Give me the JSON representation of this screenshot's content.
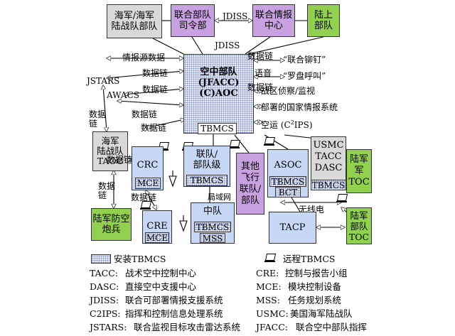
{
  "nodes": {
    "navy_marine_cmd": "海军/海军\n陆战队部队",
    "joint_cmd": "联合部队\n司令部",
    "joint_intel": "联合情报\n中心",
    "army": "陆上\n部队",
    "jfacc_line1": "空中部队",
    "jfacc_line2": "(JFACC)",
    "jfacc_line3": "(C)AOC",
    "tbmcs": "TBMCS",
    "marine_taoc": "海军\n陆战队\nTAOC",
    "crc": "CRC",
    "mce": "MCE",
    "joint_level": "联队/\n部队级",
    "other_air": "其他\n飞行\n联队/\n部队",
    "asoc": "ASOC",
    "bct": "BCT",
    "usmc_tacc_dasc": "USMC\nTACC\nDASC",
    "army_toc": "陆军\n军\nTOC",
    "army_air_defense": "陆军防空\n炮兵",
    "cre": "CRE",
    "squadron": "中队",
    "mss": "MSS",
    "tacp": "TACP",
    "army_unit_toc": "陆军\n部队\nTOC"
  },
  "links": {
    "jdiss_top": "JDISS",
    "jdiss_mid": "JDISS",
    "intel_source_data": "情报源数据",
    "datalink_1": "数据链",
    "datalink_2": "数据链",
    "jstars": "JSTARS",
    "awacs": "AWACS",
    "datalink_3": "数据链",
    "datalink_left": "数据\n链",
    "datalink_4": "数据链",
    "datalink_5": "数据链",
    "datalink_6": "数据链",
    "datalink_7": "数据\n链",
    "lan": "局域网",
    "radio": "无线电",
    "right_datalink": "数据链",
    "right_voice": "语音",
    "right_datalink2": "数据链",
    "rivet_joint": "“联合铆钉”",
    "compass_call": "“罗盘呼叫”",
    "theater_recon": "战区侦察/监视",
    "deployed_intel": "部署的国家情报系统",
    "airlift_prefix": "空运 (C",
    "airlift_sup": "2",
    "airlift_suffix": "IPS)"
  },
  "legend": {
    "installed": "安装TBMCS",
    "remote": "远程TBMCS",
    "abbrev": [
      {
        "k": "TACC:",
        "v": "战术空中控制中心"
      },
      {
        "k": "CRE:",
        "v": "控制与报告小组"
      },
      {
        "k": "DASC:",
        "v": "直接空中支援中心"
      },
      {
        "k": "MCE:",
        "v": "模块控制设备"
      },
      {
        "k": "JDISS:",
        "v": "联合可部署情报支援系统"
      },
      {
        "k": "MSS:",
        "v": "任务规划系统"
      },
      {
        "k": "C2IPS:",
        "v": "指挥和控制信息处理系统"
      },
      {
        "k": "USMC:",
        "v": "美国海军陆战队"
      },
      {
        "k": "JSTARS:",
        "v": "联合监视目标攻击雷达系统"
      },
      {
        "k": "JFACC:",
        "v": "联合空中部队指挥"
      }
    ]
  },
  "colors": {
    "gray": "#d9d9d9",
    "purple": "#c8a2e0",
    "green": "#92d050",
    "light_blue": "#c6d8f5",
    "hatch": "#7e8fc8"
  }
}
